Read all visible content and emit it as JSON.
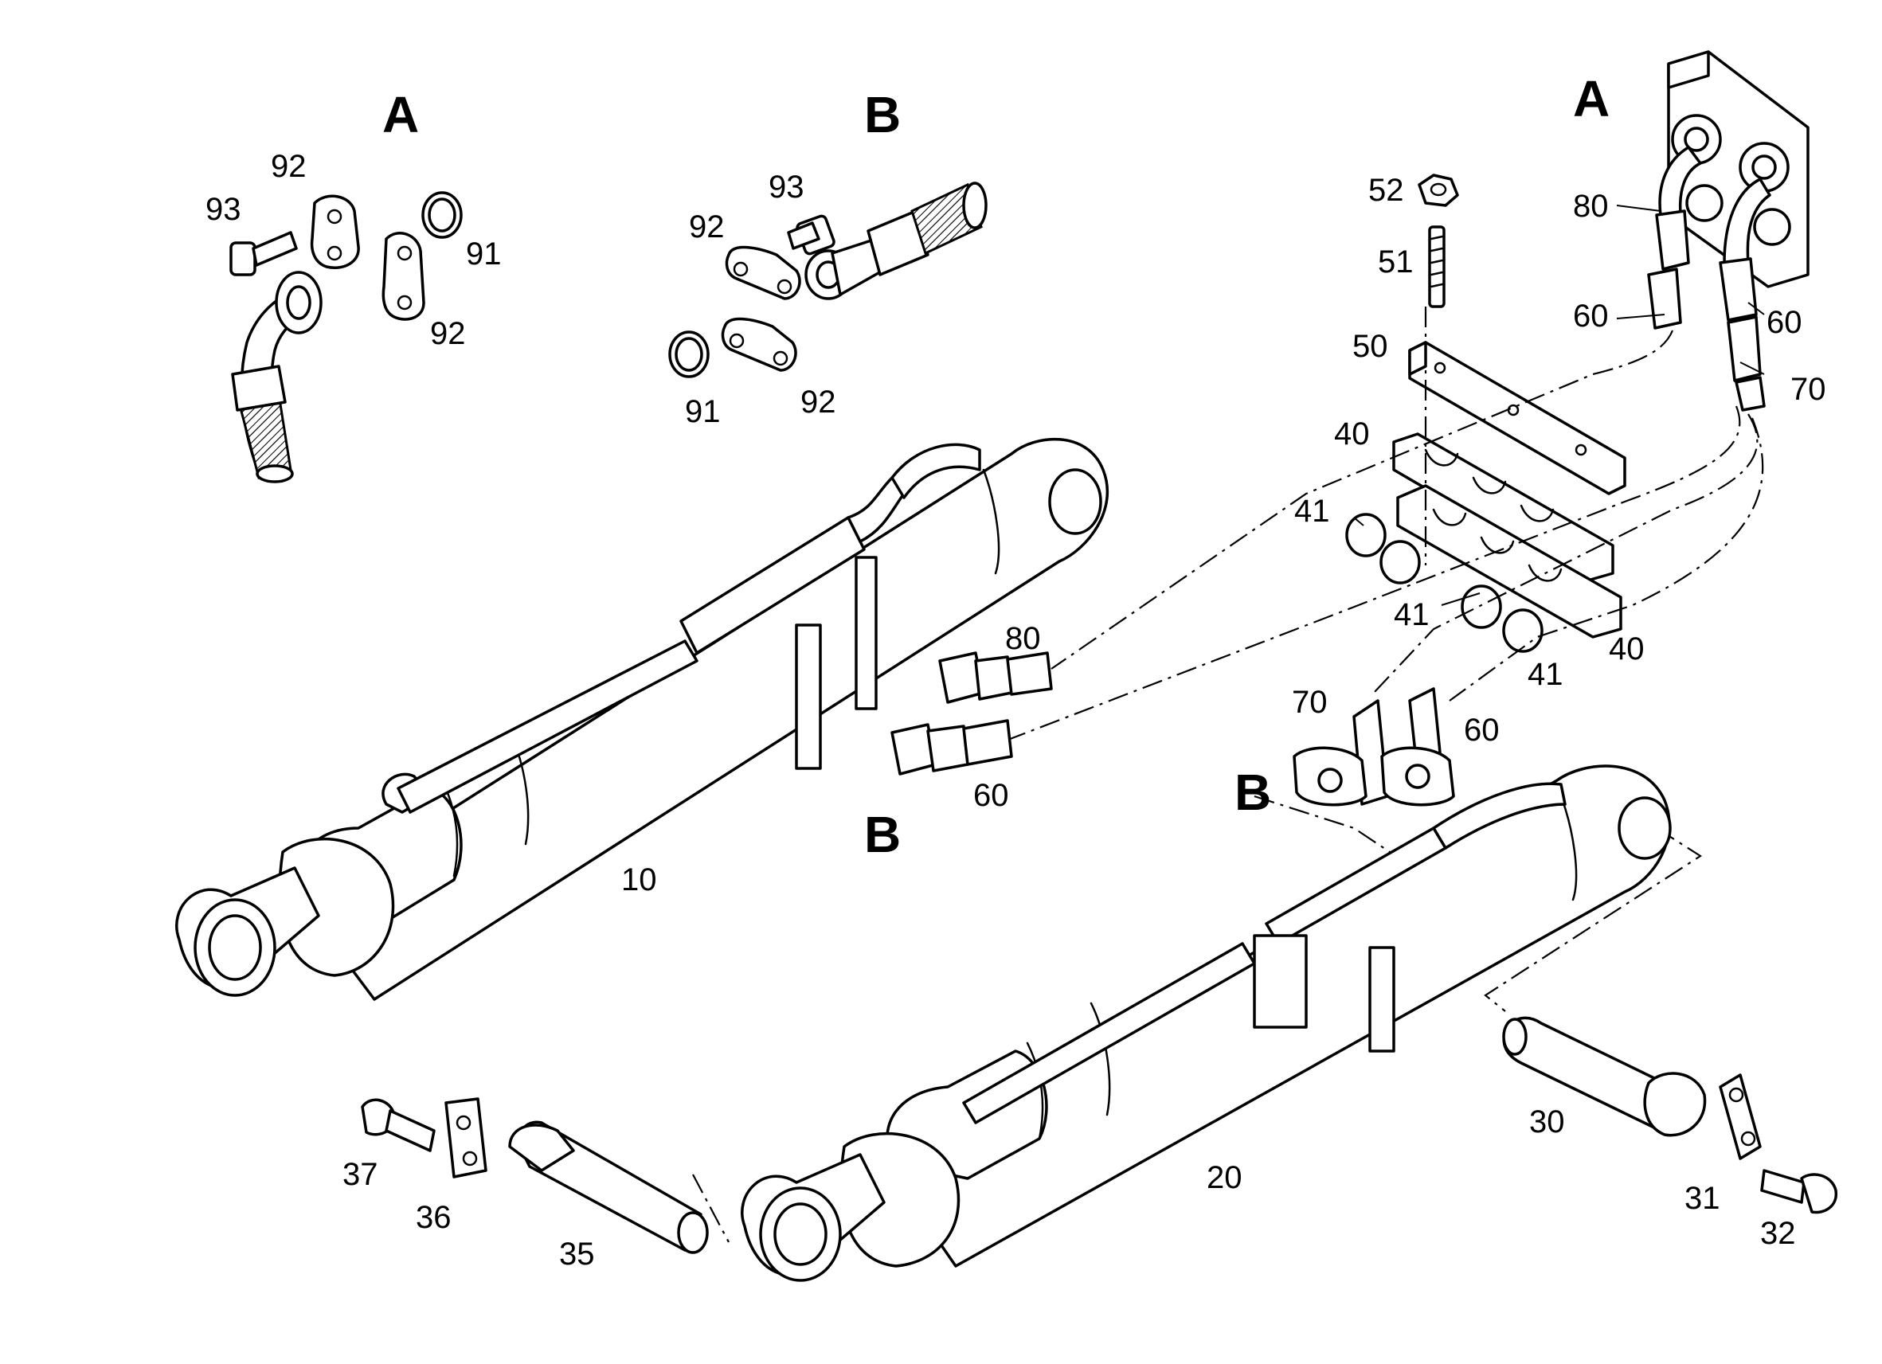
{
  "labels": {
    "detail_a_top_left": "A",
    "detail_b_top": "B",
    "detail_a_top_right": "A",
    "detail_b_cyl1": "B",
    "detail_b_cyl2": "B",
    "n10": "10",
    "n20": "20",
    "n30": "30",
    "n31": "31",
    "n32": "32",
    "n35": "35",
    "n36": "36",
    "n37": "37",
    "n40a": "40",
    "n40b": "40",
    "n41a": "41",
    "n41b": "41",
    "n41c": "41",
    "n50": "50",
    "n51": "51",
    "n52": "52",
    "n60a": "60",
    "n60b": "60",
    "n60c": "60",
    "n60d": "60",
    "n70a": "70",
    "n70b": "70",
    "n80a": "80",
    "n80b": "80",
    "n91a": "91",
    "n91b": "91",
    "n92a": "92",
    "n92b": "92",
    "n92c": "92",
    "n92d": "92",
    "n93a": "93",
    "n93b": "93"
  }
}
